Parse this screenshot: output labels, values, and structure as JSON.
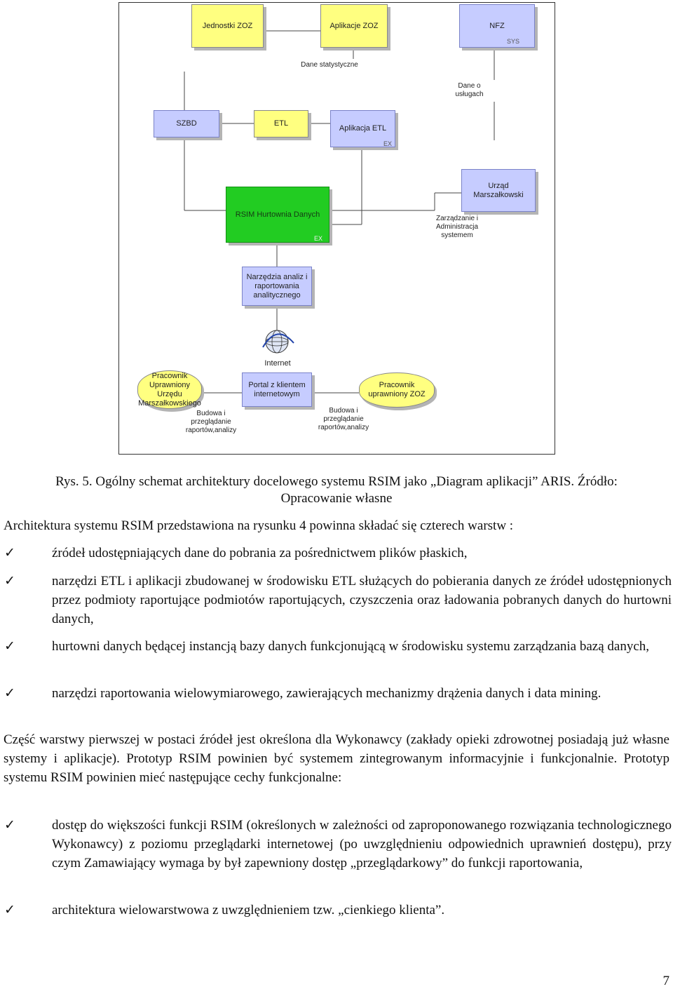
{
  "diagram": {
    "nodes": {
      "jednostki_zoz": "Jednostki ZOZ",
      "aplikacje_zoz": "Aplikacje ZOZ",
      "nfz": "NFZ",
      "nfz_tag": "SYS",
      "szbd": "SZBD",
      "etl": "ETL",
      "aplikacja_etl": "Aplikacja ETL",
      "aplikacja_etl_tag": "EX",
      "urzad": "Urząd Marszałkowski",
      "rsim": "RSIM Hurtownia Danych",
      "rsim_tag": "EX",
      "narzedzia": "Narzędzia analiz i raportowania analitycznego",
      "internet": "Internet",
      "portal": "Portal z klientem internetowym",
      "pracownik_um": "Pracownik Uprawniony Urzędu Marszałkowskiego",
      "pracownik_zoz": "Pracownik uprawniony ZOZ"
    },
    "labels": {
      "dane_stat": "Dane statystyczne",
      "dane_o_uslugach": "Dane o usługach",
      "zarzadzanie": "Zarządzanie i Administracja systemem",
      "budowa_left": "Budowa i przeglądanie raportów,analizy",
      "budowa_right": "Budowa i przeglądanie raportów,analizy"
    },
    "colors": {
      "yellow": "#ffff80",
      "blue": "#c6ccff",
      "green": "#22cc22"
    }
  },
  "caption": {
    "line1": "Rys. 5. Ogólny schemat architektury docelowego systemu RSIM jako „Diagram aplikacji” ARIS. Źródło:",
    "line2": "Opracowanie własne"
  },
  "body": {
    "intro": "Architektura systemu RSIM przedstawiona na rysunku 4 powinna składać się czterech warstw :",
    "layers": [
      "źródeł udostępniających dane do pobrania za pośrednictwem plików płaskich,",
      "narzędzi ETL i aplikacji zbudowanej w środowisku ETL służących do pobierania danych ze źródeł udostępnionych przez podmioty raportujące podmiotów raportujących, czyszczenia oraz ładowania pobranych danych do hurtowni danych,",
      "hurtowni danych będącej instancją bazy danych funkcjonującą w środowisku systemu zarządzania bazą danych,",
      "narzędzi raportowania wielowymiarowego, zawierających mechanizmy drążenia danych i data mining."
    ],
    "paragraph": "Część warstwy pierwszej w postaci źródeł jest określona dla Wykonawcy (zakłady opieki zdrowotnej posiadają już własne systemy i aplikacje). Prototyp RSIM powinien być systemem zintegrowanym informacyjnie i funkcjonalnie. Prototyp systemu RSIM powinien mieć następujące cechy funkcjonalne:",
    "features": [
      "dostęp do większości funkcji RSIM (określonych w zależności od zaproponowanego rozwiązania technologicznego Wykonawcy) z poziomu przeglądarki internetowej (po uwzględnieniu odpowiednich uprawnień dostępu), przy czym Zamawiający wymaga by był zapewniony dostęp „przeglądarkowy” do funkcji raportowania,",
      "architektura wielowarstwowa z uwzględnieniem tzw. „cienkiego klienta”."
    ],
    "check_symbol": "✓"
  },
  "page_number": "7"
}
